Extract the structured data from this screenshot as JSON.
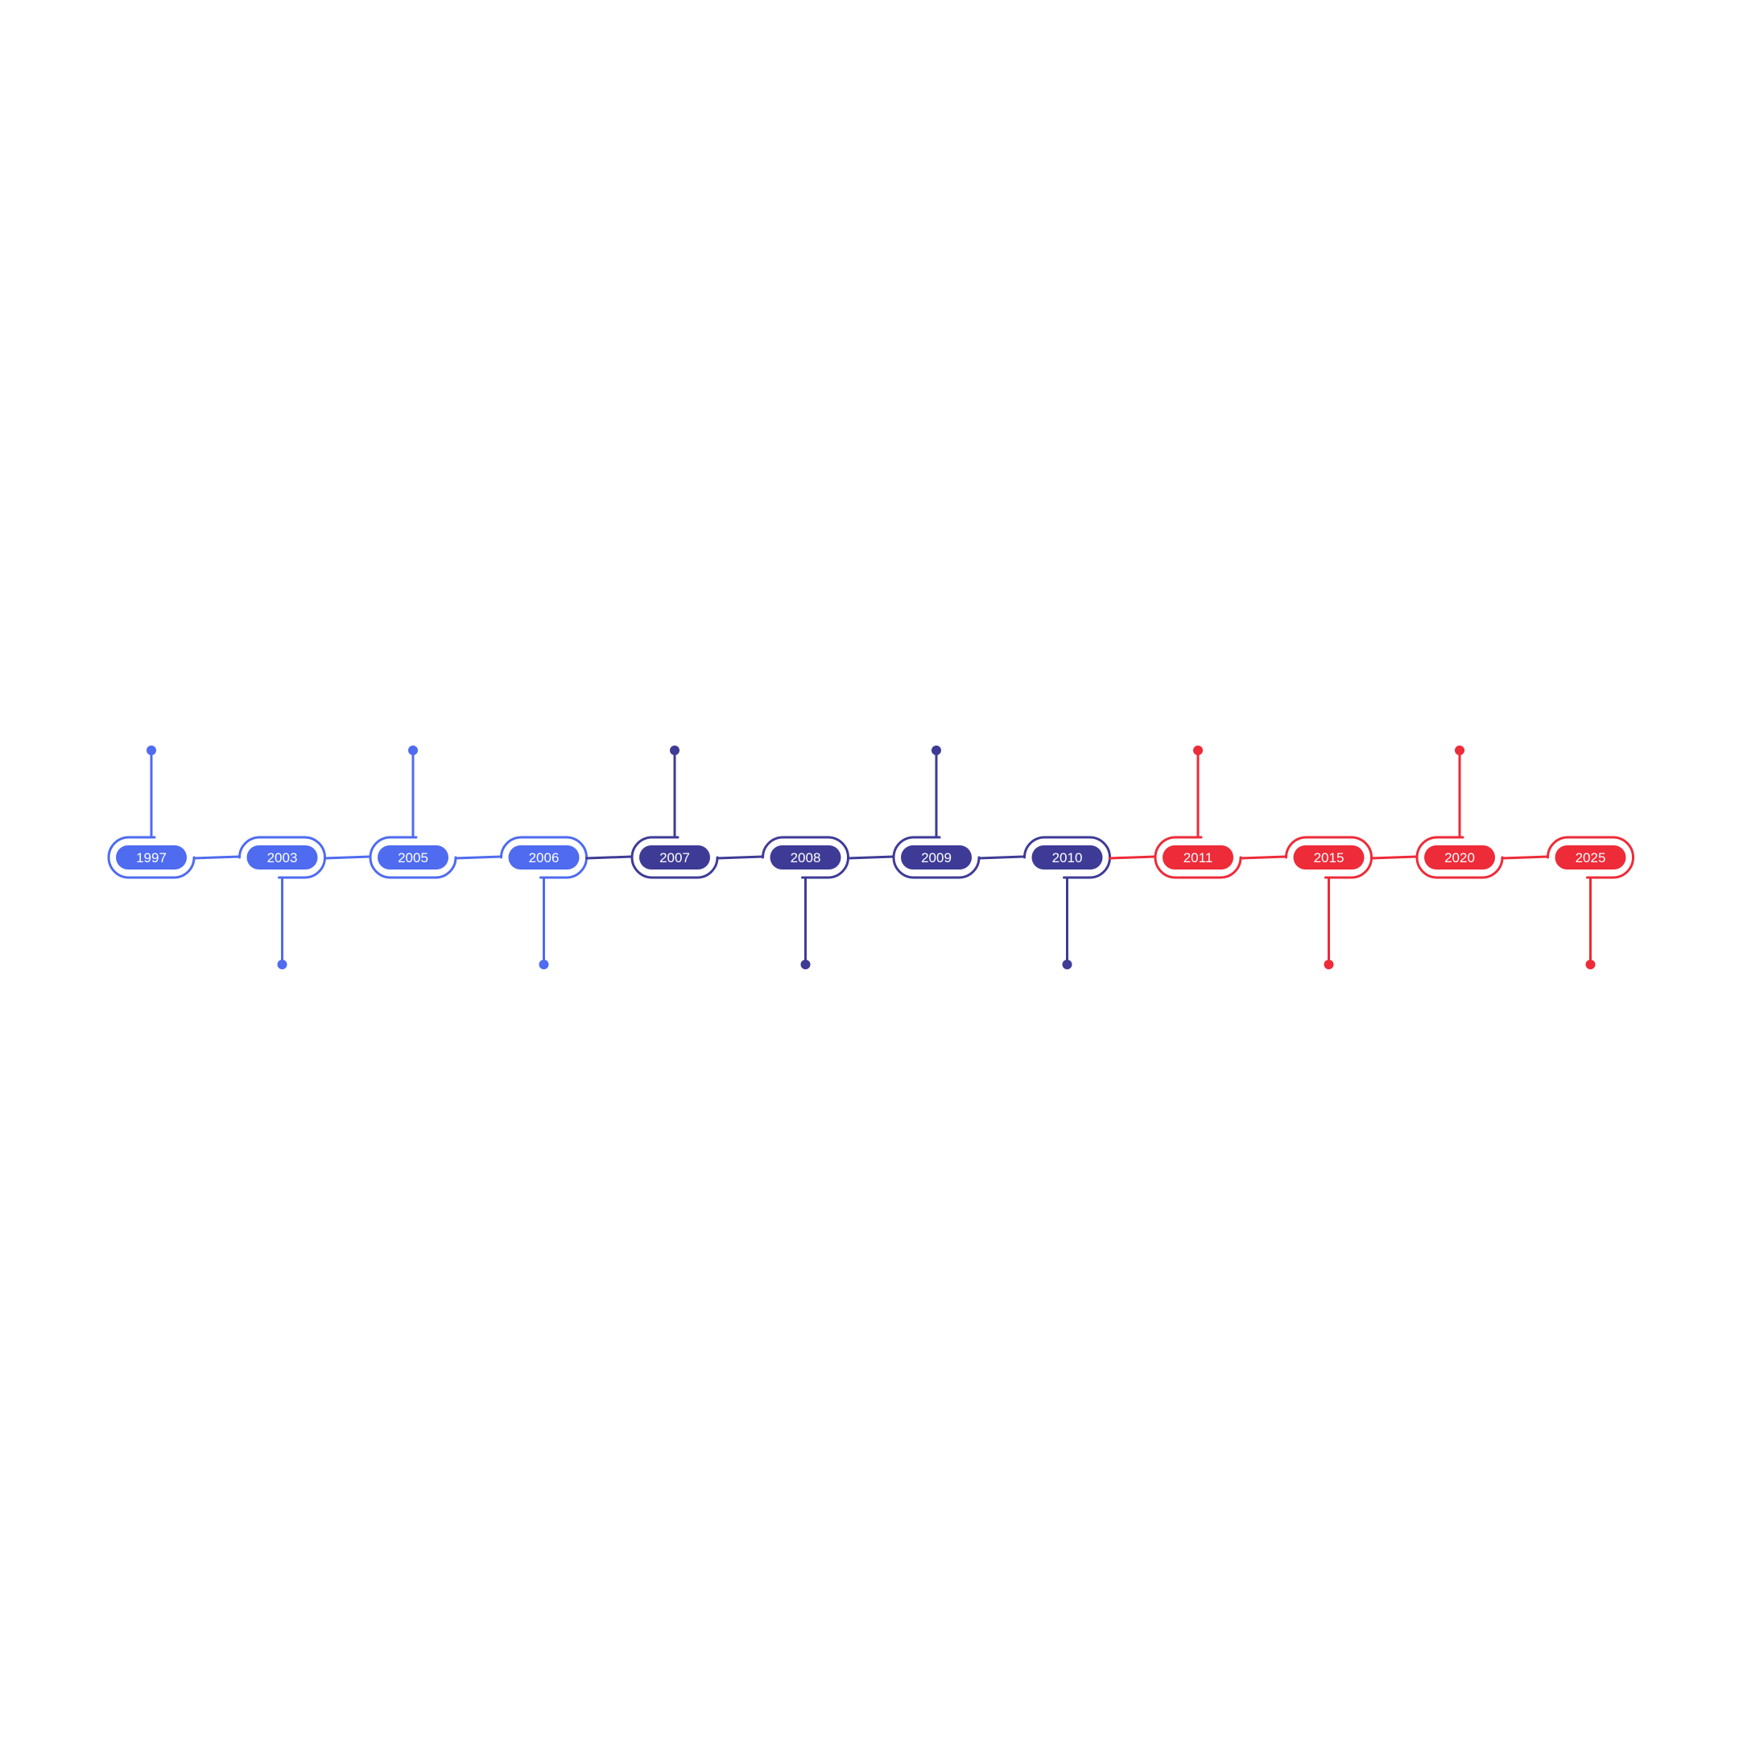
{
  "timeline": {
    "groups": {
      "blue": {
        "color": "#4F6BF0"
      },
      "indigo": {
        "color": "#3E3B96"
      },
      "red": {
        "color": "#EE2B38"
      }
    },
    "events": [
      {
        "year": "1997",
        "group": "blue",
        "stem": "up"
      },
      {
        "year": "2003",
        "group": "blue",
        "stem": "down"
      },
      {
        "year": "2005",
        "group": "blue",
        "stem": "up"
      },
      {
        "year": "2006",
        "group": "blue",
        "stem": "down"
      },
      {
        "year": "2007",
        "group": "indigo",
        "stem": "up"
      },
      {
        "year": "2008",
        "group": "indigo",
        "stem": "down"
      },
      {
        "year": "2009",
        "group": "indigo",
        "stem": "up"
      },
      {
        "year": "2010",
        "group": "indigo",
        "stem": "down"
      },
      {
        "year": "2011",
        "group": "red",
        "stem": "up"
      },
      {
        "year": "2015",
        "group": "red",
        "stem": "down"
      },
      {
        "year": "2020",
        "group": "red",
        "stem": "up"
      },
      {
        "year": "2025",
        "group": "red",
        "stem": "down"
      }
    ]
  }
}
